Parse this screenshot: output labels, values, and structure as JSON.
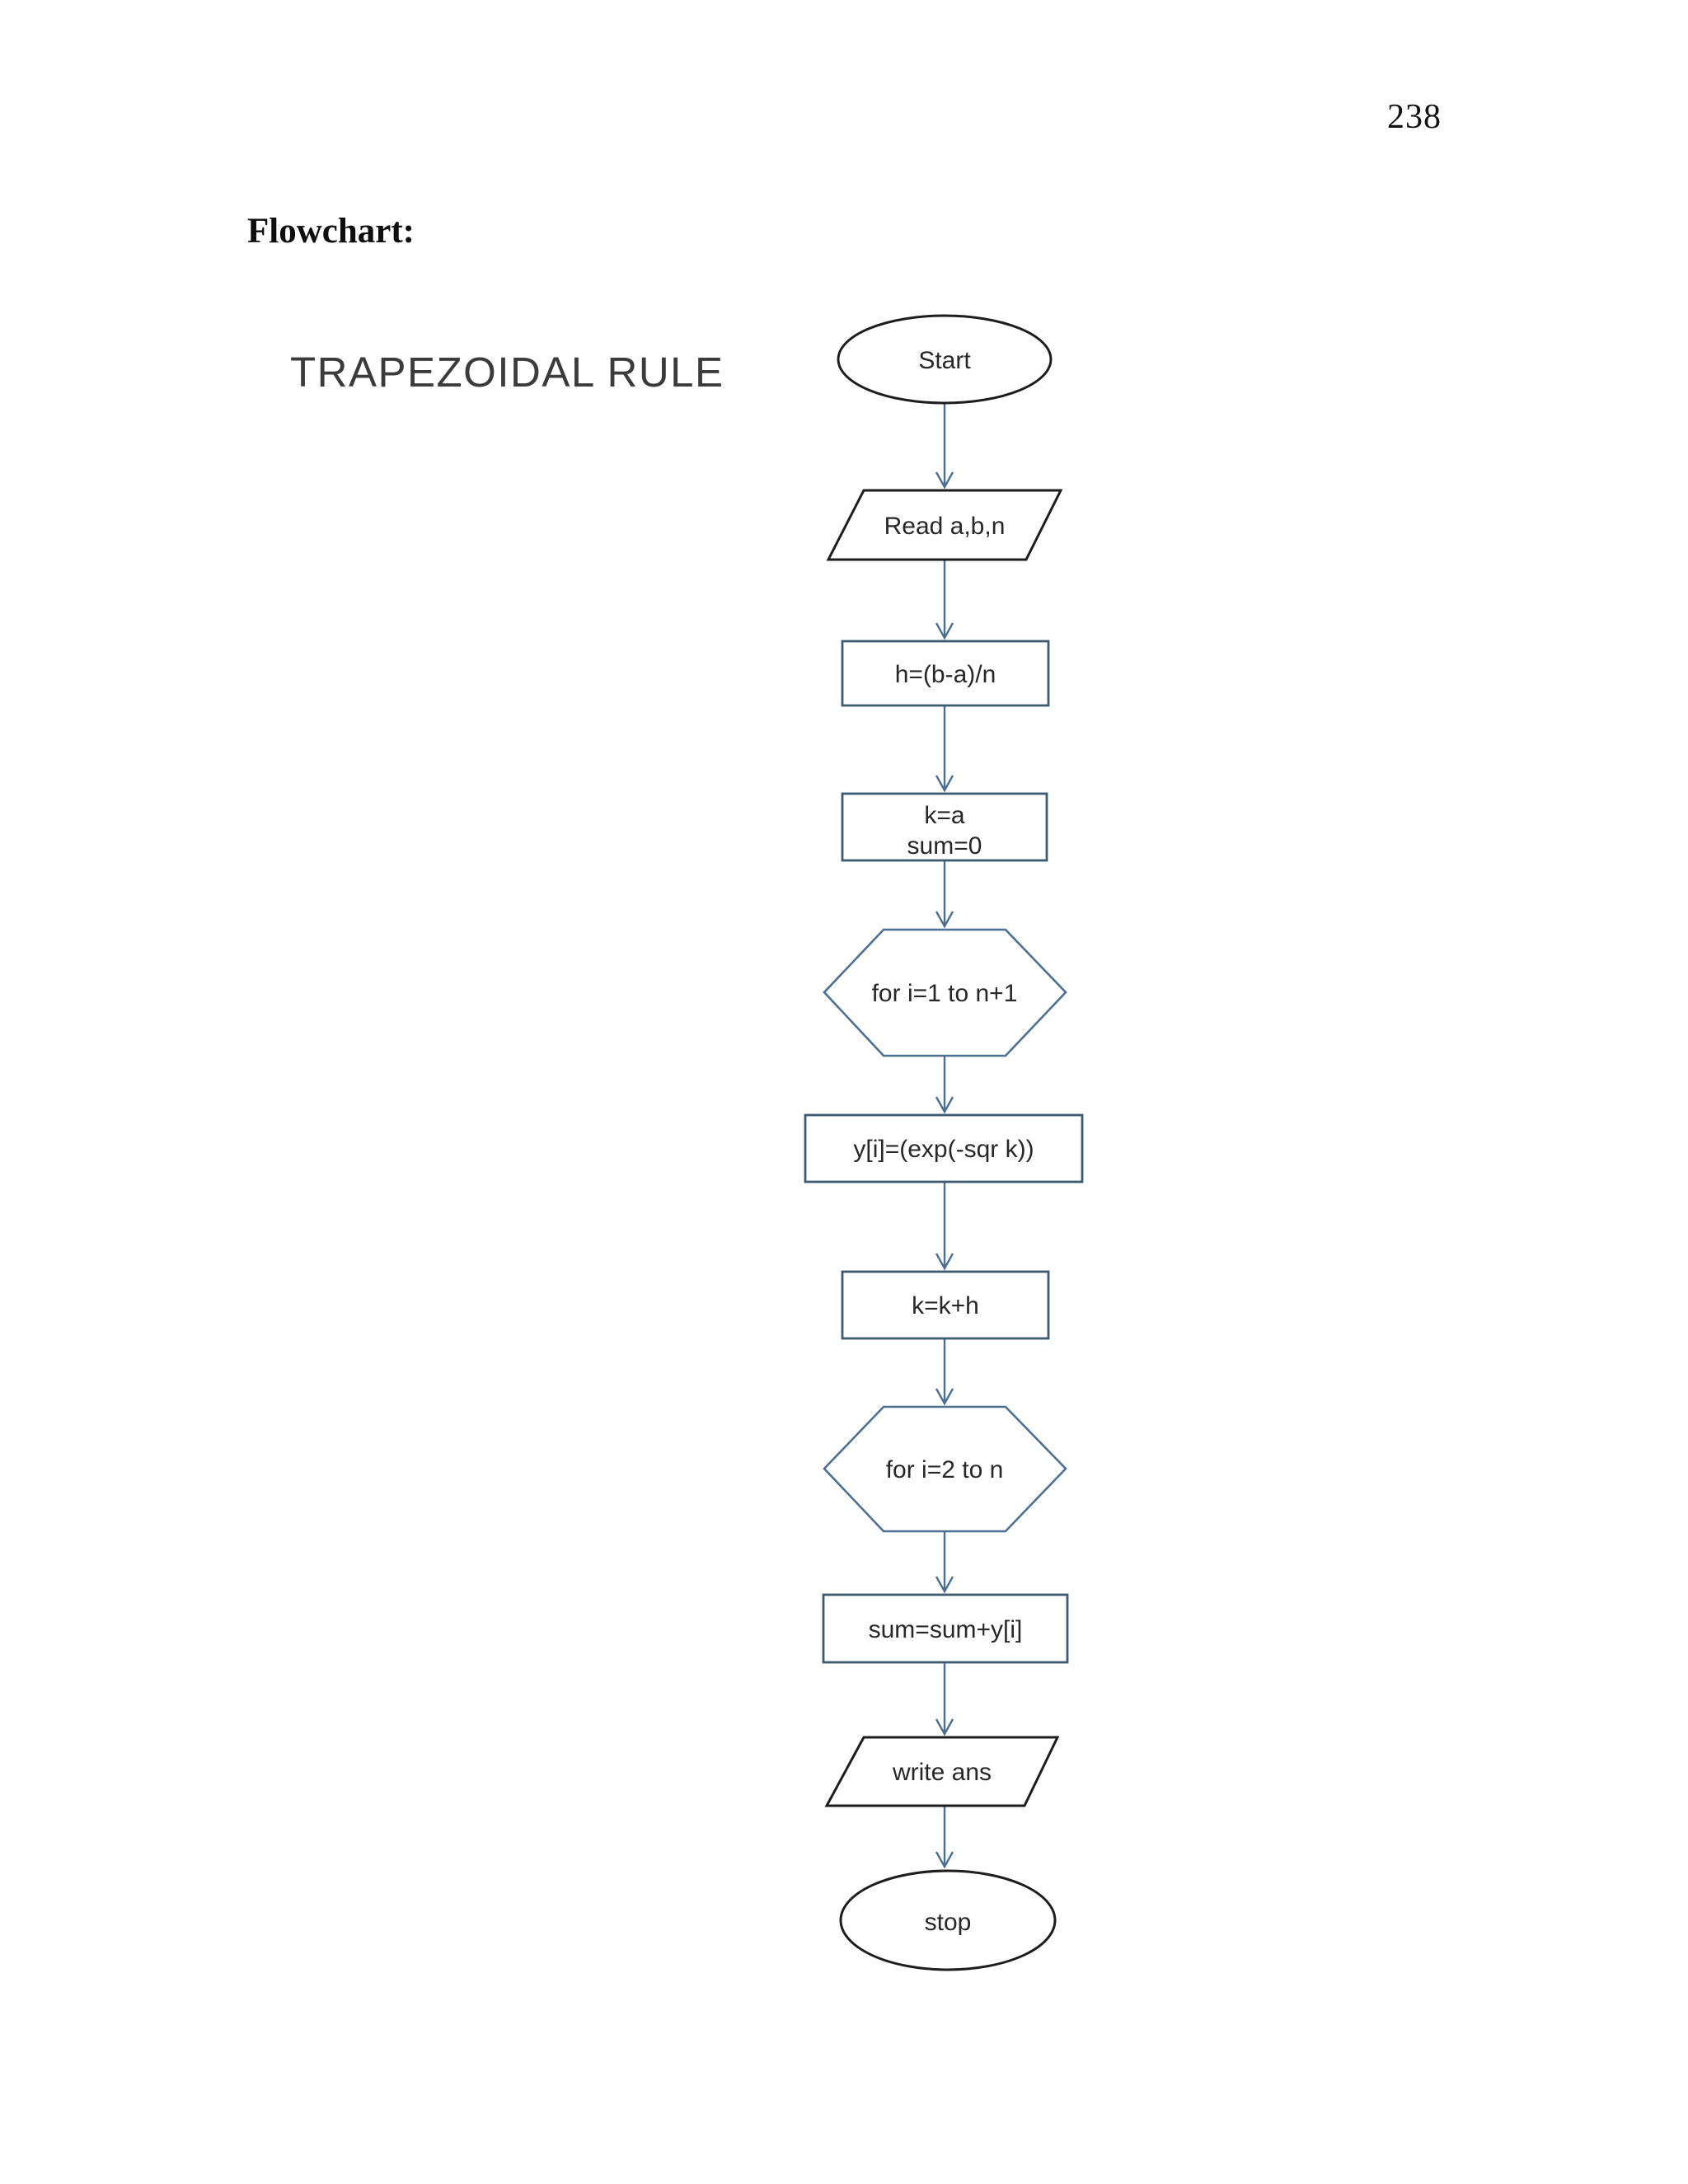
{
  "page": {
    "number": "238",
    "heading": "Flowchart:",
    "title": "TRAPEZOIDAL RULE"
  },
  "flowchart": {
    "nodes": [
      {
        "id": "start",
        "type": "terminator",
        "label": "Start"
      },
      {
        "id": "read",
        "type": "input-output",
        "label": "Read a,b,n"
      },
      {
        "id": "step-h",
        "type": "process",
        "label": "h=(b-a)/n"
      },
      {
        "id": "init",
        "type": "process",
        "lines": [
          "k=a",
          "sum=0"
        ]
      },
      {
        "id": "loop1",
        "type": "loop-limit",
        "label": "for i=1 to n+1"
      },
      {
        "id": "calc-y",
        "type": "process",
        "label": "y[i]=(exp(-sqr k))"
      },
      {
        "id": "step-k",
        "type": "process",
        "label": "k=k+h"
      },
      {
        "id": "loop2",
        "type": "loop-limit",
        "label": "for i=2 to n"
      },
      {
        "id": "sum",
        "type": "process",
        "label": "sum=sum+y[i]"
      },
      {
        "id": "write",
        "type": "input-output",
        "label": "write ans"
      },
      {
        "id": "stop",
        "type": "terminator",
        "label": "stop"
      }
    ],
    "colors": {
      "terminator_stroke": "#1d1d1d",
      "io_stroke": "#1d1d1d",
      "process_stroke": "#3d5a73",
      "loop_stroke": "#4d7090",
      "arrow": "#4c6f8f",
      "label_text": "#272727",
      "fill": "#ffffff"
    }
  }
}
